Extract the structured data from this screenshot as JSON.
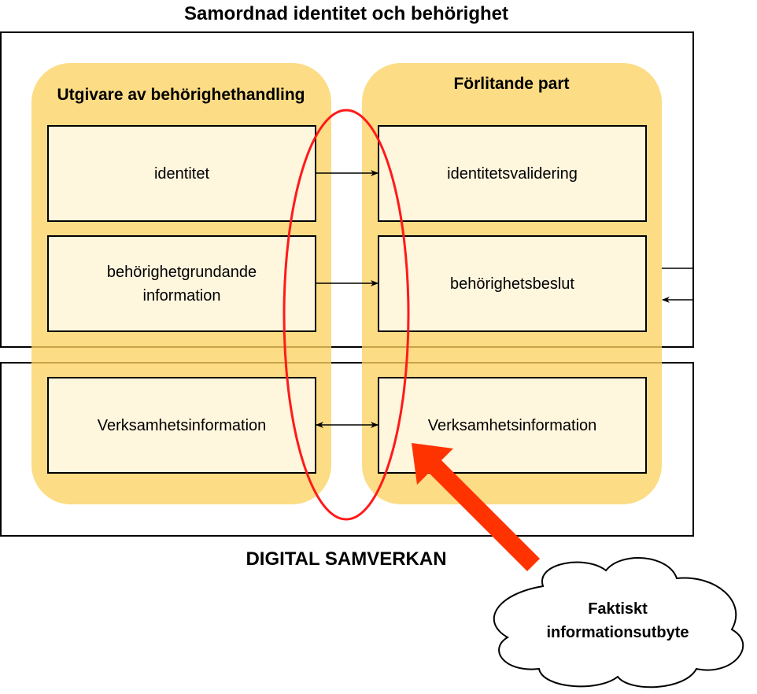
{
  "title": "Samordnad identitet och behörighet",
  "footer_label": "DIGITAL SAMVERKAN",
  "issuer": {
    "title": "Utgivare av behörighethandling",
    "boxes": [
      "identitet",
      "behörighetgrundande information",
      "Verksamhetsinformation"
    ]
  },
  "relying_party": {
    "title": "Förlitande part",
    "boxes": [
      "identitetsvalidering",
      "behörighetsbeslut",
      "Verksamhetsinformation"
    ]
  },
  "cloud_label": "Faktiskt informationsutbyte",
  "colors": {
    "container": "#fcd97b",
    "box": "#fff6de",
    "highlight": "#ff1a1a",
    "arrow": "#ff3300"
  }
}
